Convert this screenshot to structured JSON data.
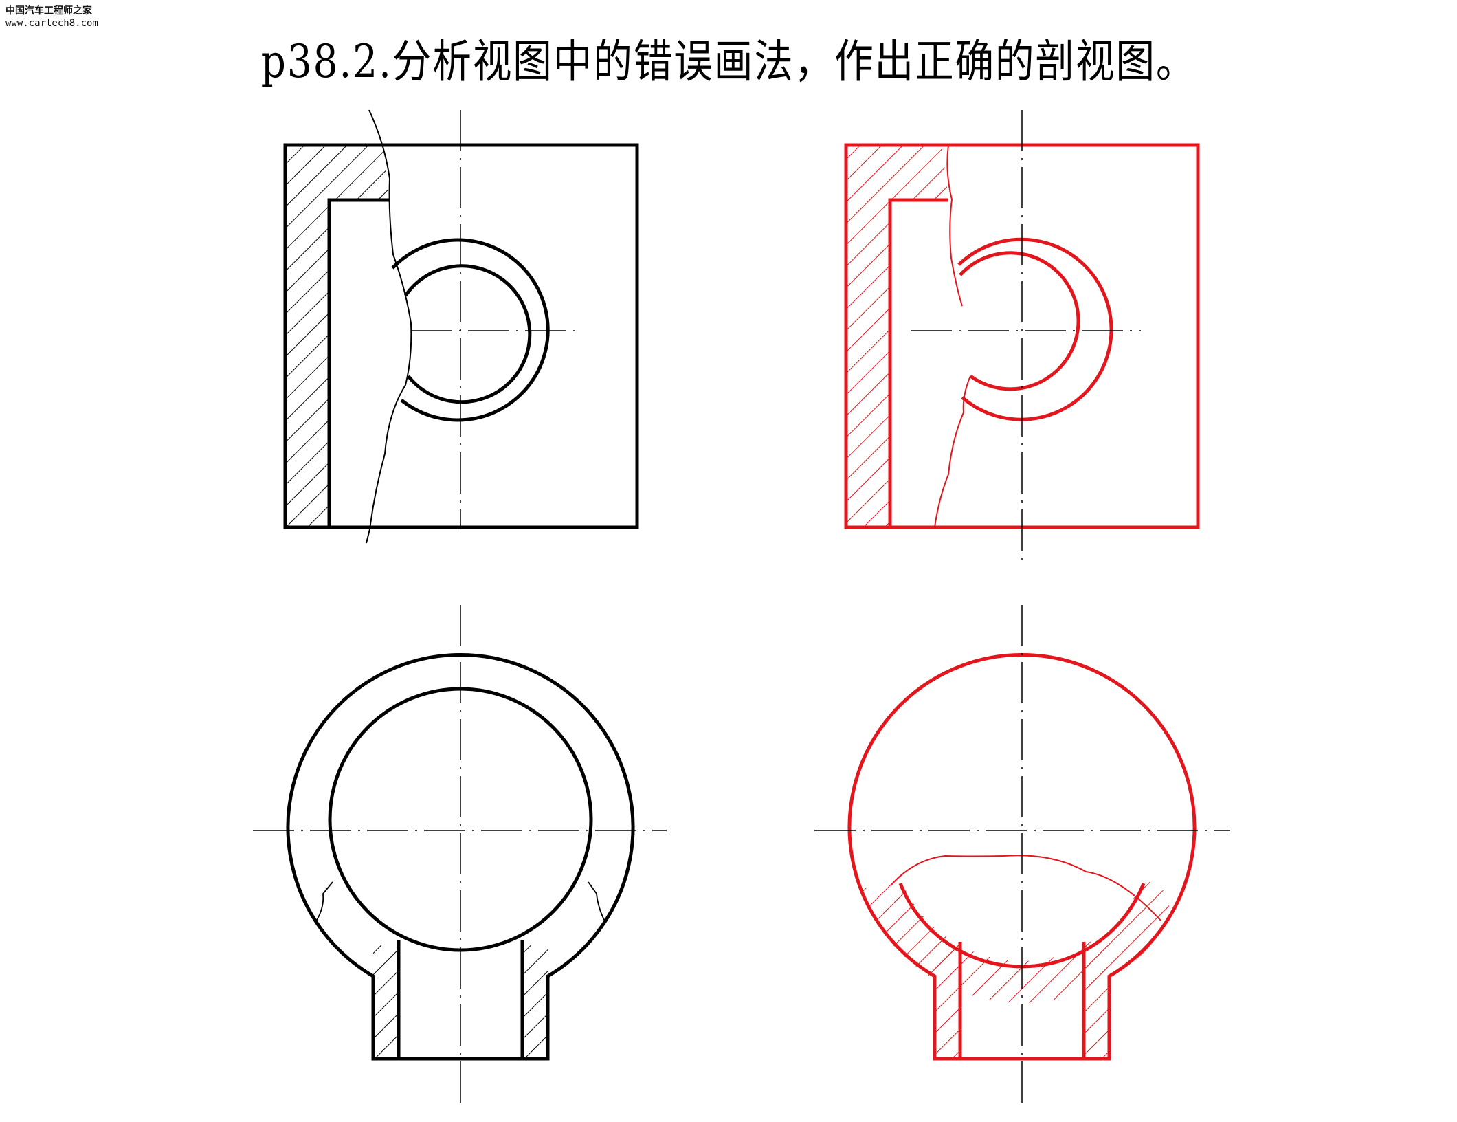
{
  "watermark": {
    "site_name": "中国汽车工程师之家",
    "url": "www.cartech8.com"
  },
  "title": "p38.2.分析视图中的错误画法，作出正确的剖视图。",
  "colors": {
    "original": "#000000",
    "correct": "#e3161d",
    "background": "#ffffff"
  },
  "panels": [
    {
      "view": "front-view-original"
    },
    {
      "view": "front-view-corrected"
    },
    {
      "view": "top-view-original"
    },
    {
      "view": "top-view-corrected"
    }
  ]
}
